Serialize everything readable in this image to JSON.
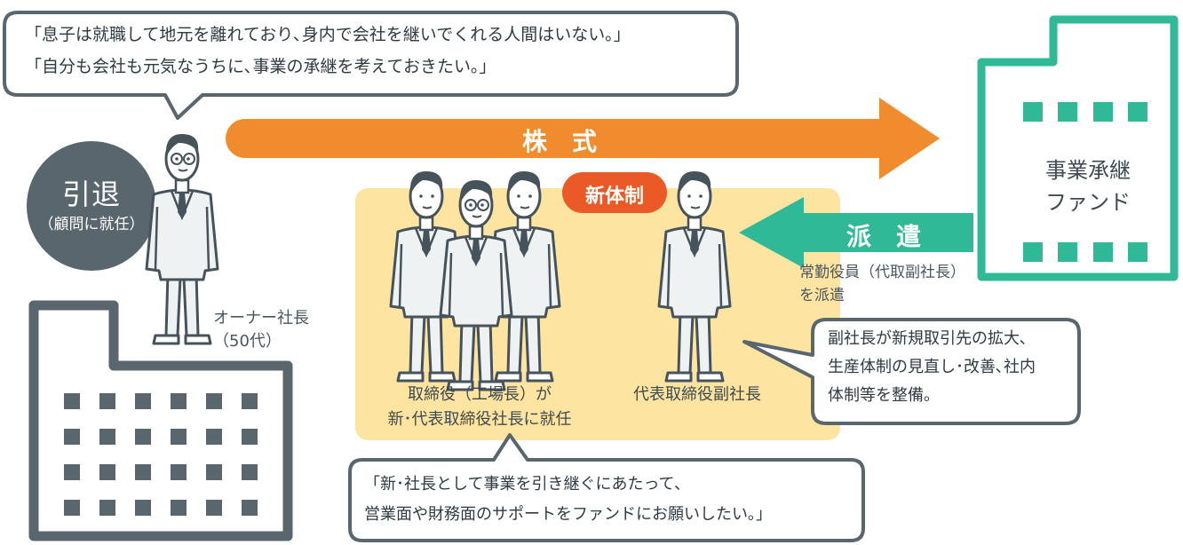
{
  "owner_quote": {
    "line1": "「息子は就職して地元を離れており､身内で会社を継いでくれる人間はいない｡」",
    "line2": "「自分も会社も元気なうちに､事業の承継を考えておきたい｡」"
  },
  "retire_badge": {
    "title": "引退",
    "subtitle": "（顧問に就任）"
  },
  "owner_label": {
    "line1": "オーナー社長",
    "line2": "（50代）"
  },
  "stock_arrow": {
    "label": "株　式"
  },
  "new_system_badge": {
    "label": "新体制"
  },
  "dispatch_arrow": {
    "label": "派　遣"
  },
  "dispatch_note": {
    "line1": "常勤役員（代取副社長）",
    "line2": "を派遣"
  },
  "fund_building": {
    "line1": "事業承継",
    "line2": "ファンド"
  },
  "director_caption": {
    "line1": "取締役（工場長）が",
    "line2": "新･代表取締役社長に就任"
  },
  "vp_caption": {
    "label": "代表取締役副社長"
  },
  "vp_bubble": {
    "line1": "副社長が新規取引先の拡大､",
    "line2": "生産体制の見直し･改善､社内",
    "line3": "体制等を整備｡"
  },
  "president_quote": {
    "line1": "「新･社長として事業を引き継ぐにあたって､",
    "line2": "営業面や財務面のサポートをファンドにお願いしたい｡」"
  },
  "colors": {
    "orange_arrow": "#f08c2e",
    "green_fund": "#2fb996",
    "panel_yellow": "#fde4a0",
    "badge_red": "#eb5a26",
    "dark_gray": "#5a666d",
    "person_fill": "#eef2f3",
    "outline": "#46535a"
  }
}
